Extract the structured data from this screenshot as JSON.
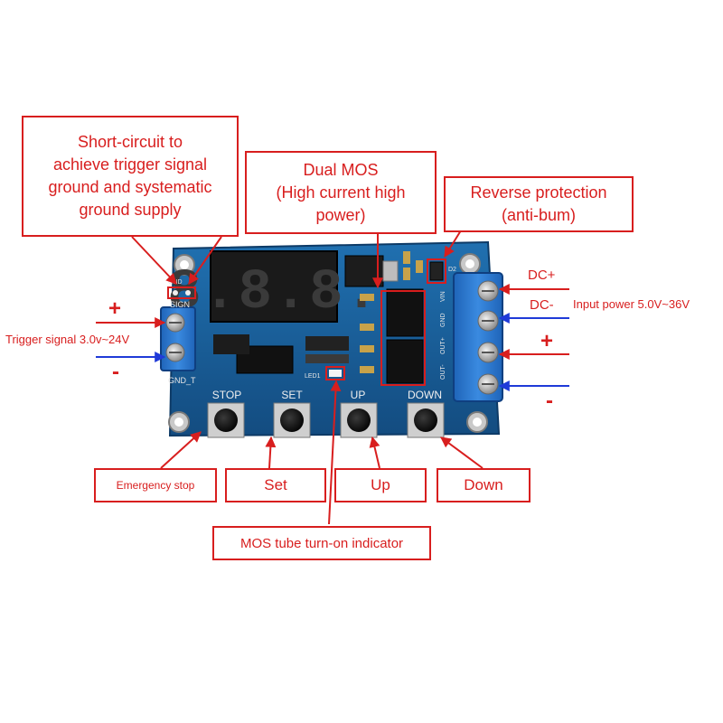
{
  "callouts": {
    "short_circuit": [
      "Short-circuit to",
      "achieve trigger signal",
      "ground and systematic",
      "ground supply"
    ],
    "dual_mos": [
      "Dual MOS",
      "(High current high",
      "power)"
    ],
    "reverse": [
      "Reverse protection",
      "(anti-bum)"
    ],
    "emergency_stop": "Emergency stop",
    "set": "Set",
    "up": "Up",
    "down": "Down",
    "mos_indicator": "MOS tube turn-on indicator"
  },
  "labels": {
    "trigger_signal": "Trigger signal 3.0v~24V",
    "input_power": "Input power 5.0V~36V",
    "dc_plus": "DC+",
    "dc_minus": "DC-",
    "plus": "+",
    "minus": "-"
  },
  "board": {
    "display_digits": "8.8.8.",
    "silk_stop": "STOP",
    "silk_set": "SET",
    "silk_up": "UP",
    "silk_down": "DOWN",
    "silk_sign": "SIGN",
    "silk_gnd_t": "GND_T",
    "silk_gnd": "GND",
    "silk_led": "LED1",
    "silk_d2": "D2",
    "silk_vin": "VIN",
    "silk_gnd_right": "GND",
    "silk_out_plus": "OUT+",
    "silk_out_minus": "OUT-"
  },
  "colors": {
    "accent_red": "#d81e1e",
    "arrow_blue": "#1f3ad8",
    "pcb_blue": "#1a5f9c",
    "terminal_blue": "#2a7ad0"
  }
}
